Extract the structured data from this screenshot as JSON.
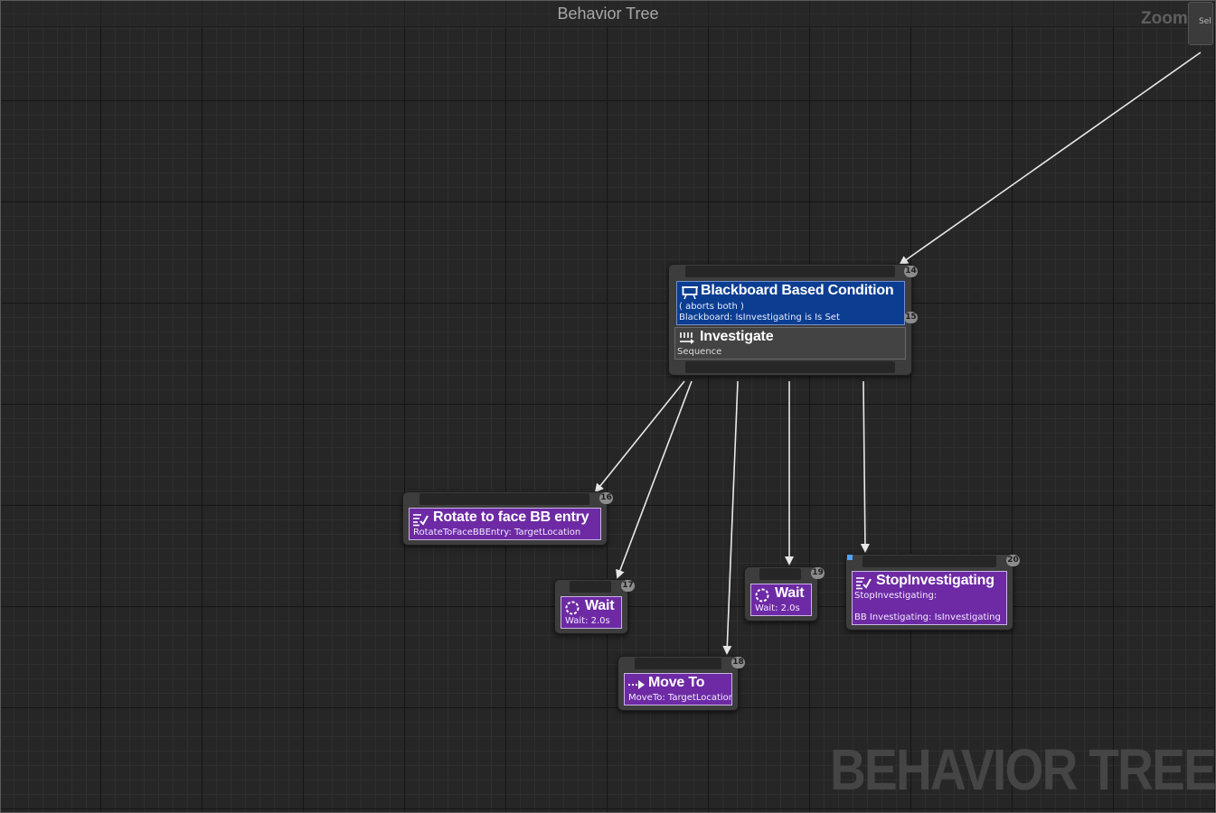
{
  "editor": {
    "title": "Behavior Tree",
    "zoom_label": "Zoom",
    "corner_label": "Sel",
    "watermark": "BEHAVIOR TREE"
  },
  "colors": {
    "task_purple": "#6d2aa4",
    "decorator_blue": "#0b3d91",
    "composite_gray": "#434343",
    "wire": "#e8e8e8"
  },
  "nodes": {
    "root_sequence": {
      "badge": "14",
      "decorator": {
        "title": "Blackboard Based Condition",
        "icon": "blackboard-icon",
        "line1": "( aborts both )",
        "line2": "Blackboard: IsInvestigating is Is Set",
        "badge": "15"
      },
      "composite": {
        "title": "Investigate",
        "icon": "sequence-icon",
        "subtitle": "Sequence"
      }
    },
    "rotate": {
      "badge": "16",
      "title": "Rotate to face BB entry",
      "icon": "task-icon",
      "subtitle": "RotateToFaceBBEntry: TargetLocation"
    },
    "wait1": {
      "badge": "17",
      "title": "Wait",
      "icon": "wait-icon",
      "subtitle": "Wait: 2.0s"
    },
    "moveto": {
      "badge": "18",
      "title": "Move To",
      "icon": "moveto-icon",
      "subtitle": "MoveTo: TargetLocation"
    },
    "wait2": {
      "badge": "19",
      "title": "Wait",
      "icon": "wait-icon",
      "subtitle": "Wait: 2.0s"
    },
    "stop": {
      "badge": "20",
      "title": "StopInvestigating",
      "icon": "task-icon",
      "subtitle": "StopInvestigating:",
      "detail": "BB Investigating: IsInvestigating"
    }
  }
}
